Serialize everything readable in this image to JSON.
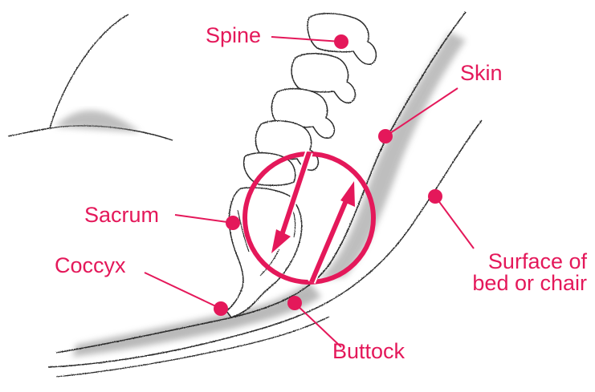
{
  "labels": {
    "spine": "Spine",
    "skin": "Skin",
    "sacrum": "Sacrum",
    "coccyx": "Coccyx",
    "buttock": "Buttock",
    "surface_line1": "Surface of",
    "surface_line2": "bed or chair"
  },
  "colors": {
    "accent": "#e4185a",
    "sketch": "#2b2b2b",
    "shading": "#8a8a8a"
  }
}
